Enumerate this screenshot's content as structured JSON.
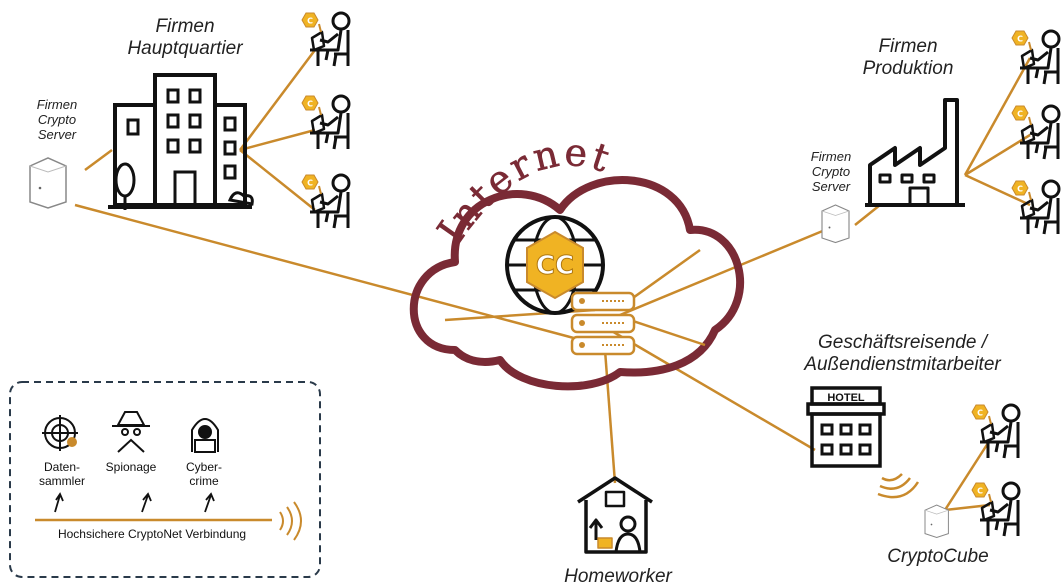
{
  "labels": {
    "headquarters": [
      "Firmen",
      "Hauptquartier"
    ],
    "hq_server": [
      "Firmen",
      "Crypto",
      "Server"
    ],
    "production": [
      "Firmen",
      "Produktion"
    ],
    "prod_server": [
      "Firmen",
      "Crypto",
      "Server"
    ],
    "cloud": "Internet",
    "travelers": [
      "Geschäftsreisende /",
      "Außendienstmitarbeiter"
    ],
    "hotel_sign": "HOTEL",
    "cryptocube": "CryptoCube",
    "homeworker": "Homeworker",
    "logo": "CC"
  },
  "legend": {
    "threats": [
      "Daten-\nsammler",
      "Spionage",
      "Cyber-\ncrime"
    ],
    "connection": "Hochsichere CryptoNet Verbindung"
  },
  "colors": {
    "line": "#c98a2c",
    "cloud": "#7a2a35",
    "logo": "#f0b323",
    "legend_border": "#2a3a4a"
  }
}
